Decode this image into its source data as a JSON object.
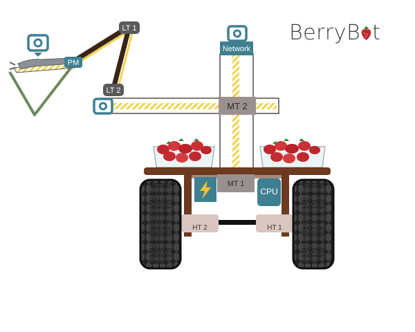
{
  "brand": {
    "text_a": "BerryB",
    "text_b": "t",
    "accent_color": "#c0282d"
  },
  "labels": {
    "network": "Network",
    "mt2": "MT 2",
    "mt1": "MT 1",
    "lt1": "LT 1",
    "lt2": "LT 2",
    "pm": "PM",
    "cpu": "CPU",
    "ht1": "HT 1",
    "ht2": "HT 2"
  },
  "icons": [
    "camera-icon",
    "camera-icon",
    "camera-icon",
    "lightning-icon",
    "strawberry-icon"
  ],
  "colors": {
    "teal": "#3f7f92",
    "grey_box": "#9b9090",
    "dark_grey": "#5a5a5a",
    "brown": "#6b3a1f",
    "yellow": "#f2d24a",
    "pink_box": "#d9c6c0",
    "gripper_green": "#6b8a5a"
  }
}
